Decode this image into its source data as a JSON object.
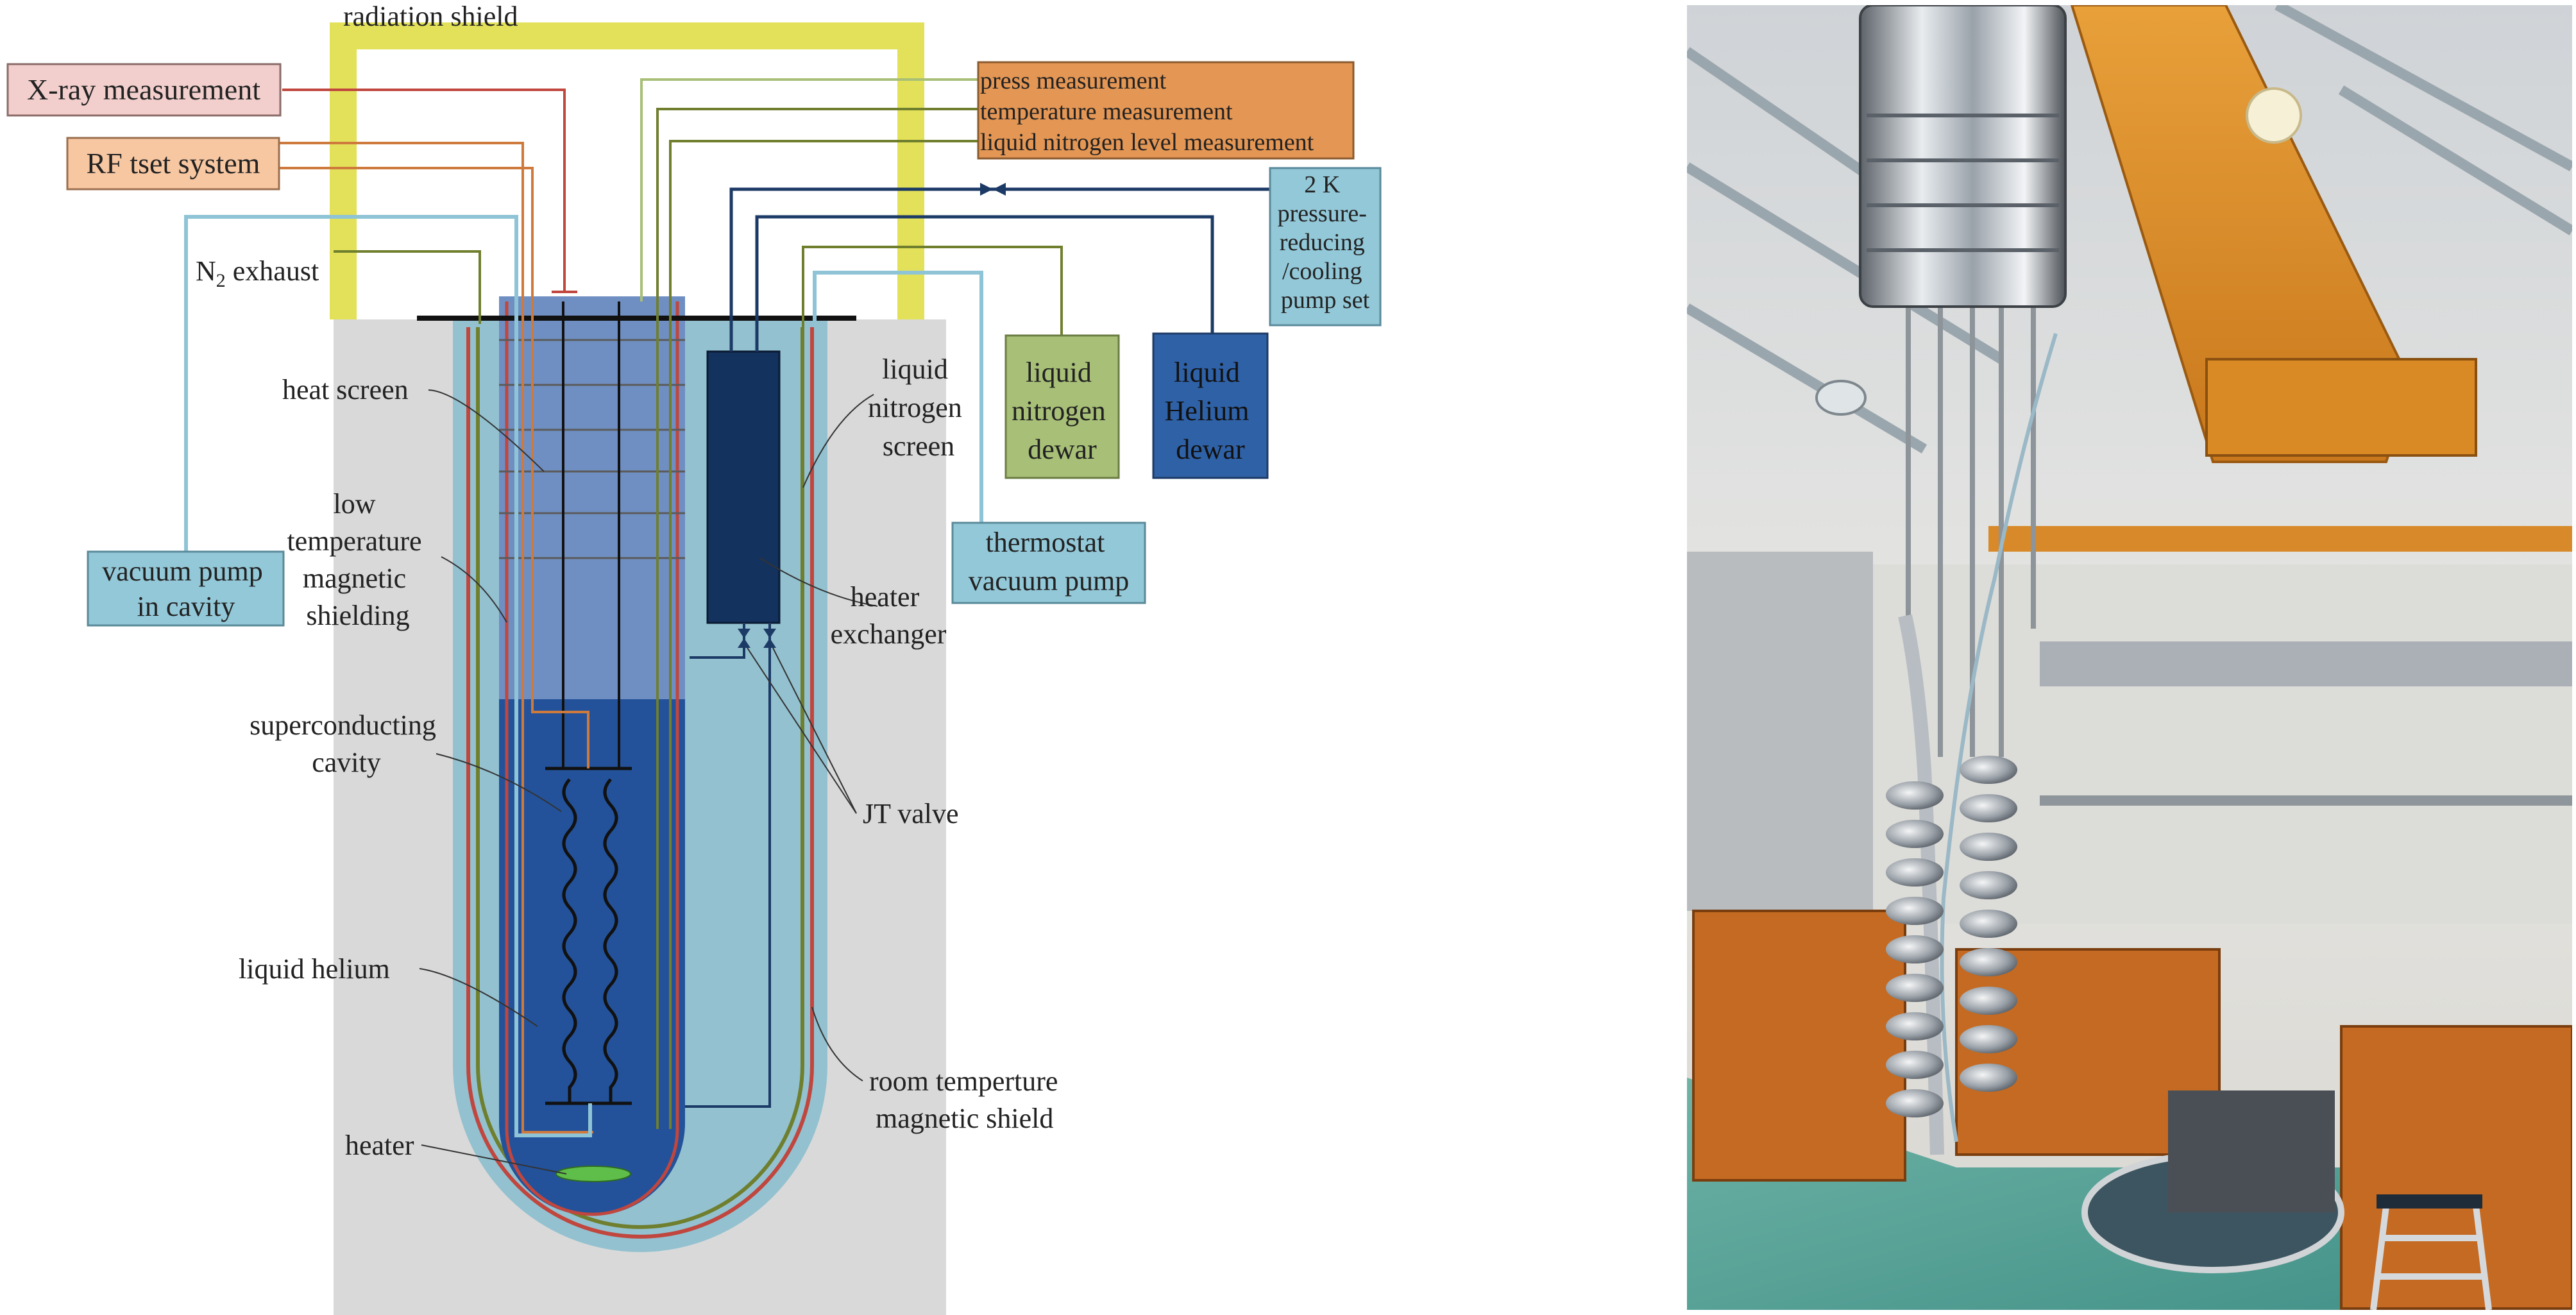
{
  "colors": {
    "panel_gray": "#d9d9d9",
    "shield_yellow": "#e3e15a",
    "nitrogen_screen": "#93c1cf",
    "heat_screen": "#6f8fc2",
    "liquid_helium": "#23529a",
    "heat_exchanger": "#14325e",
    "heater": "#5fbd4a",
    "wire_orange": "#cf7a3d",
    "wire_red": "#c0463e",
    "wire_olive": "#6f7f2e",
    "wire_lightblue": "#8fc4d6",
    "wire_navy": "#1c3a66",
    "box_pink": "#f2cfcc",
    "box_peach": "#f7c7a2",
    "box_orange": "#e49654",
    "box_lightblue": "#93c8d8",
    "box_green": "#a7bf76",
    "box_blue": "#2f61a7"
  },
  "labels": {
    "radiation_shield": "radiation shield",
    "n2_exhaust_main": "N",
    "n2_exhaust_sub": "2",
    "n2_exhaust_rest": " exhaust",
    "heat_screen": "heat screen",
    "low_temp_shield": [
      "low",
      "temperature",
      "magnetic",
      "shielding"
    ],
    "superconducting_cavity": [
      "superconducting",
      "cavity"
    ],
    "liquid_helium": "liquid helium",
    "heater": "heater",
    "liquid_nitrogen_screen": [
      "liquid",
      "nitrogen",
      "screen"
    ],
    "heater_exchanger": [
      "heater",
      "exchanger"
    ],
    "jt_valve": "JT valve",
    "room_temp_shield": [
      "room temperture",
      "magnetic shield"
    ]
  },
  "boxes": {
    "xray": "X-ray measurement",
    "rf": "RF tset system",
    "measurements": [
      "press measurement",
      "temperature measurement",
      "liquid nitrogen level measurement"
    ],
    "pump_2k": [
      "2 K",
      "pressure-",
      "reducing",
      "/cooling",
      "pump set"
    ],
    "ln2_dewar": [
      "liquid",
      "nitrogen",
      "dewar"
    ],
    "lhe_dewar": [
      "liquid",
      "Helium",
      "dewar"
    ],
    "thermostat": [
      "thermostat",
      "vacuum pump"
    ],
    "vacuum_cavity": [
      "vacuum pump",
      "in cavity"
    ]
  },
  "photo": {
    "description_icon": "photo-icon"
  }
}
